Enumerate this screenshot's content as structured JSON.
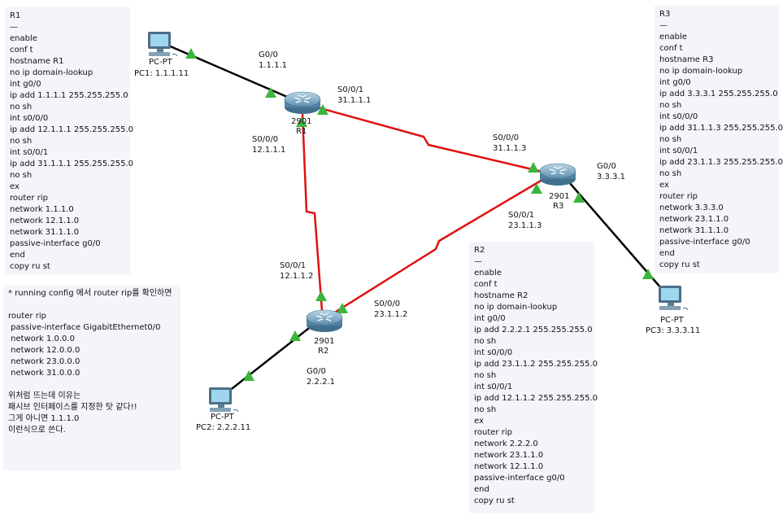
{
  "notes": {
    "r1": [
      "R1",
      "—",
      "enable",
      "conf t",
      "hostname R1",
      "no ip domain-lookup",
      "int g0/0",
      "ip add 1.1.1.1 255.255.255.0",
      "no sh",
      "int s0/0/0",
      "ip add 12.1.1.1 255.255.255.0",
      "no sh",
      "int s0/0/1",
      "ip add 31.1.1.1 255.255.255.0",
      "no sh",
      "ex",
      "router rip",
      "network 1.1.1.0",
      "network 12.1.1.0",
      "network 31.1.1.0",
      "passive-interface g0/0",
      "end",
      "copy ru st"
    ],
    "r3": [
      "R3",
      "—",
      "enable",
      "conf t",
      "hostname R3",
      "no ip domain-lookup",
      "int g0/0",
      "ip add 3.3.3.1 255.255.255.0",
      "no sh",
      "int s0/0/0",
      "ip add 31.1.1.3 255.255.255.0",
      "no sh",
      "int s0/0/1",
      "ip add 23.1.1.3 255.255.255.0",
      "no sh",
      "ex",
      "router rip",
      "network 3.3.3.0",
      "network 23.1.1.0",
      "network 31.1.1.0",
      "passive-interface g0/0",
      "end",
      "copy ru st"
    ],
    "r2": [
      "R2",
      "—",
      "enable",
      "conf t",
      "hostname R2",
      "no ip domain-lookup",
      "int g0/0",
      "ip add 2.2.2.1 255.255.255.0",
      "no sh",
      "int s0/0/0",
      "ip add 23.1.1.2 255.255.255.0",
      "no sh",
      "int s0/0/1",
      "ip add 12.1.1.2 255.255.255.0",
      "no sh",
      "ex",
      "router rip",
      "network 2.2.2.0",
      "network 23.1.1.0",
      "network 12.1.1.0",
      "passive-interface g0/0",
      "end",
      "copy ru st"
    ],
    "rip": [
      "* running config 에서 router rip를 확인하면",
      "",
      "router rip",
      " passive-interface GigabitEthernet0/0",
      " network 1.0.0.0",
      " network 12.0.0.0",
      " network 23.0.0.0",
      " network 31.0.0.0",
      "",
      "위처럼 뜨는데 이유는",
      "패시브 인터페이스를 지정한 탓 같다!!",
      "그게 아니면 1.1.1.0",
      "이런식으로 쓴다."
    ]
  },
  "devices": {
    "r1": {
      "model": "2901",
      "name": "R1"
    },
    "r2": {
      "model": "2901",
      "name": "R2"
    },
    "r3": {
      "model": "2901",
      "name": "R3"
    },
    "pc1": {
      "type": "PC-PT",
      "caption": "PC1: 1.1.1.11"
    },
    "pc2": {
      "type": "PC-PT",
      "caption": "PC2: 2.2.2.11"
    },
    "pc3": {
      "type": "PC-PT",
      "caption": "PC3: 3.3.3.11"
    }
  },
  "interfaces": {
    "r1_g0": [
      "G0/0",
      "1.1.1.1"
    ],
    "r1_s001": [
      "S0/0/1",
      "31.1.1.1"
    ],
    "r1_s000": [
      "S0/0/0",
      "12.1.1.1"
    ],
    "r3_s000": [
      "S0/0/0",
      "31.1.1.3"
    ],
    "r3_g0": [
      "G0/0",
      "3.3.3.1"
    ],
    "r3_s001": [
      "S0/0/1",
      "23.1.1.3"
    ],
    "r2_s001": [
      "S0/0/1",
      "12.1.1.2"
    ],
    "r2_s000": [
      "S0/0/0",
      "23.1.1.2"
    ],
    "r2_g0": [
      "G0/0",
      "2.2.2.1"
    ]
  },
  "colors": {
    "serial_link": "#e01010",
    "ethernet_link": "#000000",
    "link_up": "#3bb53b",
    "note_bg": "#f4f5fb",
    "router_body": "#5e8fad"
  },
  "icons": {
    "router": "router-icon",
    "pc": "pc-icon",
    "link_status": "link-up-triangle-icon"
  }
}
